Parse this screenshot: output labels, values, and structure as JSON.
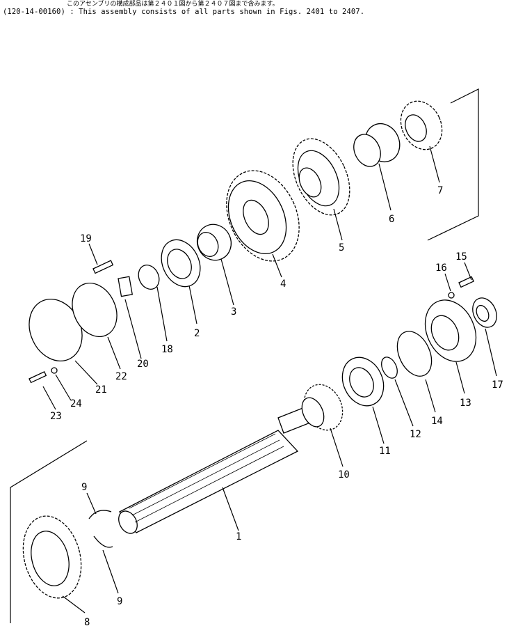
{
  "header": {
    "note_jp": "このアセンブリの構成部品は第２４０１図から第２４０７図まで含みます。",
    "note_en": "(120-14-00160) : This assembly consists of all parts shown in Figs. 2401 to 2407."
  },
  "callouts": [
    "1",
    "2",
    "3",
    "4",
    "5",
    "6",
    "7",
    "8",
    "9",
    "9",
    "10",
    "11",
    "12",
    "13",
    "14",
    "15",
    "16",
    "17",
    "18",
    "19",
    "20",
    "21",
    "22",
    "23",
    "24"
  ]
}
